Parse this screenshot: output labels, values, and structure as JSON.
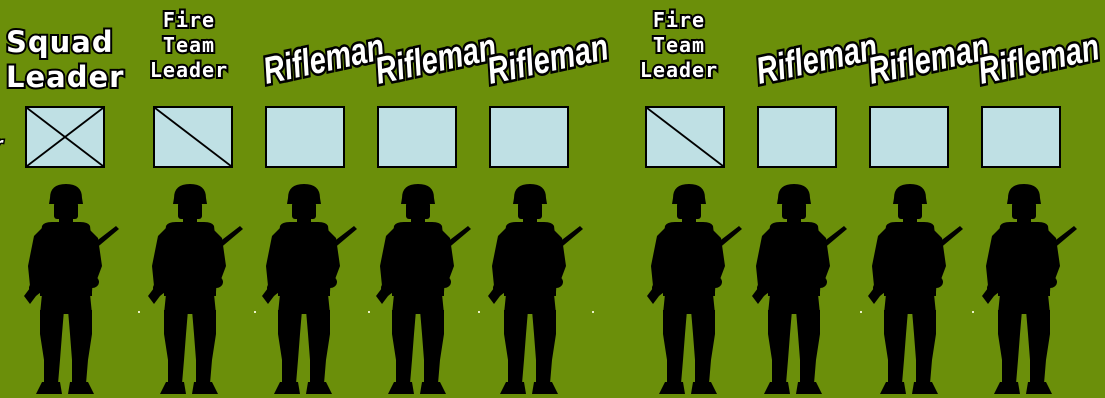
{
  "colors": {
    "background": "#6b8f0a",
    "symbol_fill": "#bfe0e4",
    "outline": "#000000",
    "label_text": "#ffffff",
    "silhouette": "#000000"
  },
  "edge_text": "r",
  "positions": [
    {
      "label_lines": [
        "Squad",
        "Leader"
      ],
      "style": "squad",
      "symbol": "cross",
      "figure": "soldier-silhouette"
    },
    {
      "label_lines": [
        "Fire",
        "Team",
        "Leader"
      ],
      "style": "ftl",
      "symbol": "diagonal",
      "figure": "soldier-silhouette"
    },
    {
      "label_lines": [
        "Rifleman"
      ],
      "style": "rifle",
      "symbol": "blank",
      "figure": "soldier-silhouette"
    },
    {
      "label_lines": [
        "Rifleman"
      ],
      "style": "rifle",
      "symbol": "blank",
      "figure": "soldier-silhouette"
    },
    {
      "label_lines": [
        "Rifleman"
      ],
      "style": "rifle",
      "symbol": "blank",
      "figure": "soldier-silhouette"
    },
    {
      "label_lines": [
        "Fire",
        "Team",
        "Leader"
      ],
      "style": "ftl",
      "symbol": "diagonal",
      "figure": "soldier-silhouette"
    },
    {
      "label_lines": [
        "Rifleman"
      ],
      "style": "rifle",
      "symbol": "blank",
      "figure": "soldier-silhouette"
    },
    {
      "label_lines": [
        "Rifleman"
      ],
      "style": "rifle",
      "symbol": "blank",
      "figure": "soldier-silhouette"
    },
    {
      "label_lines": [
        "Rifleman"
      ],
      "style": "rifle",
      "symbol": "blank",
      "figure": "soldier-silhouette"
    }
  ]
}
